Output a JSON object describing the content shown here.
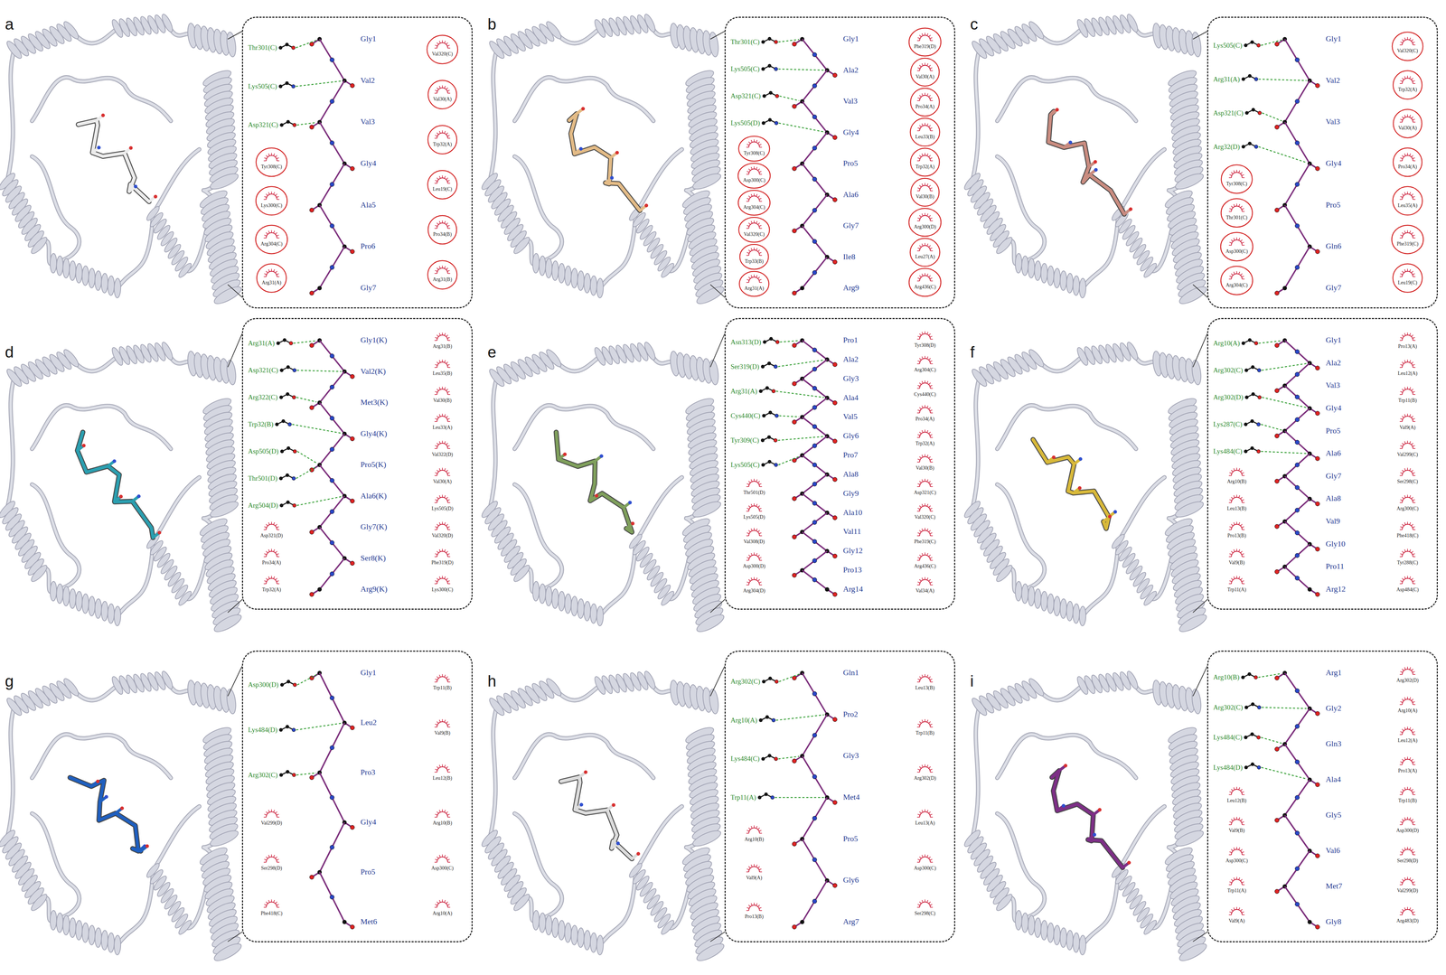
{
  "diagram": {
    "nodes": [
      {
        "text": [
          "Gly1",
          "Val2",
          "Val3",
          "Gly4",
          "Ala5",
          "Pro6",
          "Gly7",
          "Thr301(C)",
          "Lys505(C)",
          "Asp321(C)",
          "Tyr308(C)",
          "Lys300(C)",
          "Arg304(C)",
          "Arg31(A)",
          "Val320(C)",
          "Val30(A)",
          "Trp32(A)",
          "Leu19(C)",
          "Pro34(B)",
          "Arg31(B)"
        ]
      },
      {
        "text": [
          "Gly1",
          "Ala2",
          "Val3",
          "Gly4",
          "Pro5",
          "Ala6",
          "Gly7",
          "Ile8",
          "Arg9",
          "Thr301(C)",
          "Lys505(C)",
          "Asp321(C)",
          "Lys505(D)",
          "Tyr308(C)",
          "Asp300(C)",
          "Arg304(C)",
          "Val320(C)",
          "Trp33(B)",
          "Arg31(A)",
          "Phe319(D)",
          "Val30(A)",
          "Pro34(A)",
          "Leu33(B)",
          "Trp32(A)",
          "Val30(B)",
          "Arg300(D)",
          "Leu27(A)",
          "Arg436(C)"
        ]
      },
      {
        "text": [
          "Gly1",
          "Val2",
          "Val3",
          "Gly4",
          "Pro5",
          "Gln6",
          "Gly7",
          "Lys505(C)",
          "Arg31(A)",
          "Asp321(C)",
          "Arg32(D)",
          "Tyr308(C)",
          "Thr301(C)",
          "Asp300(C)",
          "Arg304(C)",
          "Val320(C)",
          "Trp32(A)",
          "Val30(A)",
          "Pro34(A)",
          "Leu35(A)",
          "Phe319(C)",
          "Leu19(C)"
        ]
      },
      {
        "text": [
          "Gly1(K)",
          "Val2(K)",
          "Met3(K)",
          "Gly4(K)",
          "Pro5(K)",
          "Ala6(K)",
          "Gly7(K)",
          "Ser8(K)",
          "Arg9(K)",
          "Arg31(A)",
          "Asp321(C)",
          "Arg322(C)",
          "Trp32(B)",
          "Asp505(D)",
          "Thr501(D)",
          "Arg504(D)",
          "Asp321(D)",
          "Pro34(A)",
          "Trp32(A)",
          "Arg31(B)",
          "Leu35(B)",
          "Val30(B)",
          "Leu33(A)",
          "Val322(D)",
          "Val30(A)",
          "Lys505(D)",
          "Val320(D)",
          "Phe319(D)",
          "Lys300(C)"
        ]
      },
      {
        "text": [
          "Pro1",
          "Ala2",
          "Gly3",
          "Ala4",
          "Val5",
          "Gly6",
          "Pro7",
          "Ala8",
          "Gly9",
          "Ala10",
          "Val11",
          "Gly12",
          "Pro13",
          "Arg14",
          "Asn313(D)",
          "Ser319(D)",
          "Arg31(A)",
          "Cys440(C)",
          "Tyr309(C)",
          "Lys505(C)",
          "Thr501(D)",
          "Lys505(D)",
          "Val308(D)",
          "Asp300(D)",
          "Arg304(D)",
          "Tyr308(D)",
          "Arg304(C)",
          "Cys440(C)",
          "Pro34(A)",
          "Trp32(A)",
          "Val30(B)",
          "Asp321(C)",
          "Val320(C)",
          "Phe319(C)",
          "Arg436(C)",
          "Val34(A)"
        ]
      },
      {
        "text": [
          "Gly1",
          "Ala2",
          "Val3",
          "Gly4",
          "Pro5",
          "Ala6",
          "Gly7",
          "Ala8",
          "Val9",
          "Gly10",
          "Pro11",
          "Arg12",
          "Arg10(A)",
          "Arg302(C)",
          "Arg302(D)",
          "Lys287(C)",
          "Lys484(C)",
          "Arg10(B)",
          "Leu13(B)",
          "Pro13(B)",
          "Val9(B)",
          "Trp11(A)",
          "Pro13(A)",
          "Leu12(A)",
          "Trp11(B)",
          "Val9(A)",
          "Val299(C)",
          "Ser298(C)",
          "Arg300(C)",
          "Phe418(C)",
          "Tyr288(C)",
          "Asp484(C)"
        ]
      },
      {
        "text": [
          "Gly1",
          "Leu2",
          "Pro3",
          "Gly4",
          "Pro5",
          "Met6",
          "Asp300(D)",
          "Lys484(D)",
          "Arg302(C)",
          "Val299(D)",
          "Ser298(D)",
          "Phe418(C)",
          "Trp11(B)",
          "Val9(B)",
          "Leu12(B)",
          "Arg10(B)",
          "Asp300(C)",
          "Arg10(A)"
        ]
      },
      {
        "text": [
          "Gln1",
          "Pro2",
          "Gly3",
          "Met4",
          "Pro5",
          "Gly6",
          "Arg7",
          "Arg302(C)",
          "Arg10(A)",
          "Lys484(C)",
          "Trp11(A)",
          "Arg10(B)",
          "Val9(A)",
          "Pro13(B)",
          "Leu13(B)",
          "Trp11(B)",
          "Arg302(D)",
          "Leu13(A)",
          "Asp300(C)",
          "Ser298(C)"
        ]
      },
      {
        "text": [
          "Arg1",
          "Gly2",
          "Gln3",
          "Ala4",
          "Gly5",
          "Val6",
          "Met7",
          "Gly8",
          "Arg10(B)",
          "Arg302(C)",
          "Lys484(C)",
          "Lys484(D)",
          "Leu12(B)",
          "Val9(B)",
          "Asp300(C)",
          "Trp11(A)",
          "Val9(A)",
          "Arg302(D)",
          "Arg10(A)",
          "Leu12(A)",
          "Pro13(A)",
          "Trp11(B)",
          "Asp300(D)",
          "Ser298(D)",
          "Val299(D)",
          "Arg483(D)"
        ]
      }
    ],
    "labels": [
      "a",
      "b",
      "c",
      "d",
      "e",
      "f",
      "g",
      "h",
      "i"
    ]
  }
}
